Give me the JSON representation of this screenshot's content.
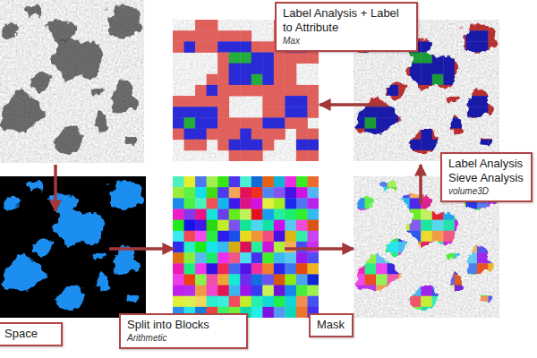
{
  "diagram": {
    "nodes": [
      {
        "text": [
          "Label Analysis + Label to Attribute",
          "Max"
        ]
      },
      {
        "text": [
          "Label Analysis",
          "Sieve Analysis",
          "volume3D"
        ]
      },
      {
        "text": [
          "Space"
        ]
      },
      {
        "text": [
          "Split into Blocks",
          "Arithmetic"
        ]
      },
      {
        "text": [
          "Mask"
        ]
      }
    ]
  }
}
